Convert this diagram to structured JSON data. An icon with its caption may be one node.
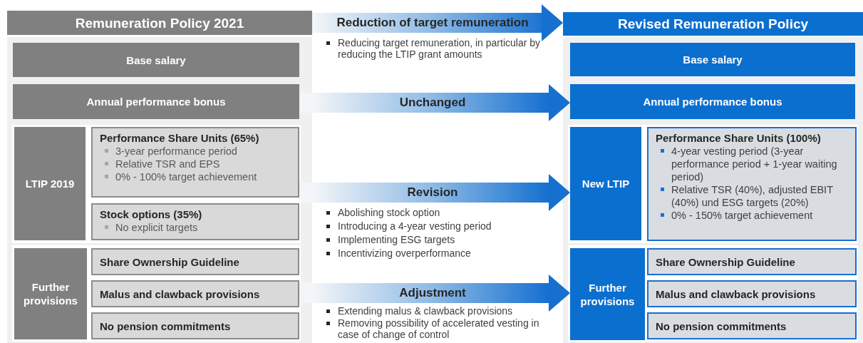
{
  "diagram": {
    "nodes": [
      {
        "text": [
          "Remuneration Policy 2021"
        ]
      },
      {
        "text": [
          "Base salary"
        ]
      },
      {
        "text": [
          "Annual performance bonus"
        ]
      },
      {
        "text": [
          "LTIP 2019"
        ]
      },
      {
        "text": [
          "Performance Share Units (65%)",
          "3-year performance period",
          "Relative TSR and EPS",
          "0% - 100% target achievement"
        ]
      },
      {
        "text": [
          "Stock options (35%)",
          "No explicit targets"
        ]
      },
      {
        "text": [
          "Further provisions"
        ]
      },
      {
        "text": [
          "Share Ownership Guideline"
        ]
      },
      {
        "text": [
          "Malus and clawback provisions"
        ]
      },
      {
        "text": [
          "No pension commitments"
        ]
      },
      {
        "text": [
          "Revised Remuneration Policy"
        ]
      },
      {
        "text": [
          "Base salary"
        ]
      },
      {
        "text": [
          "Annual performance bonus"
        ]
      },
      {
        "text": [
          "New LTIP"
        ]
      },
      {
        "text": [
          "Performance Share Units (100%)",
          "4-year vesting period (3-year performance period + 1-year waiting period)",
          "Relative TSR (40%), adjusted EBIT (40%) und ESG targets (20%)",
          "0% - 150% target achievement"
        ]
      },
      {
        "text": [
          "Further provisions"
        ]
      },
      {
        "text": [
          "Share Ownership Guideline"
        ]
      },
      {
        "text": [
          "Malus and clawback provisions"
        ]
      },
      {
        "text": [
          "No pension commitments"
        ]
      }
    ],
    "edges": [
      {
        "from": 0,
        "to": 10,
        "arrow": "to",
        "label": "Reduction of target remuneration"
      },
      {
        "from": 2,
        "to": 12,
        "arrow": "to",
        "label": "Unchanged"
      },
      {
        "from": 4,
        "to": 13,
        "arrow": "to",
        "label": "Revision"
      },
      {
        "from": 8,
        "to": 15,
        "arrow": "to",
        "label": "Adjustment"
      }
    ],
    "labels": [
      "Reducing target remuneration, in particular by reducing the LTIP grant amounts",
      "Abolishing stock option",
      "Introducing a 4-year vesting period",
      "Implementing ESG targets",
      "Incentivizing overperformance",
      "Extending malus & clawback provisions",
      "Removing possibility of accelerated vesting in case of change of control"
    ]
  }
}
